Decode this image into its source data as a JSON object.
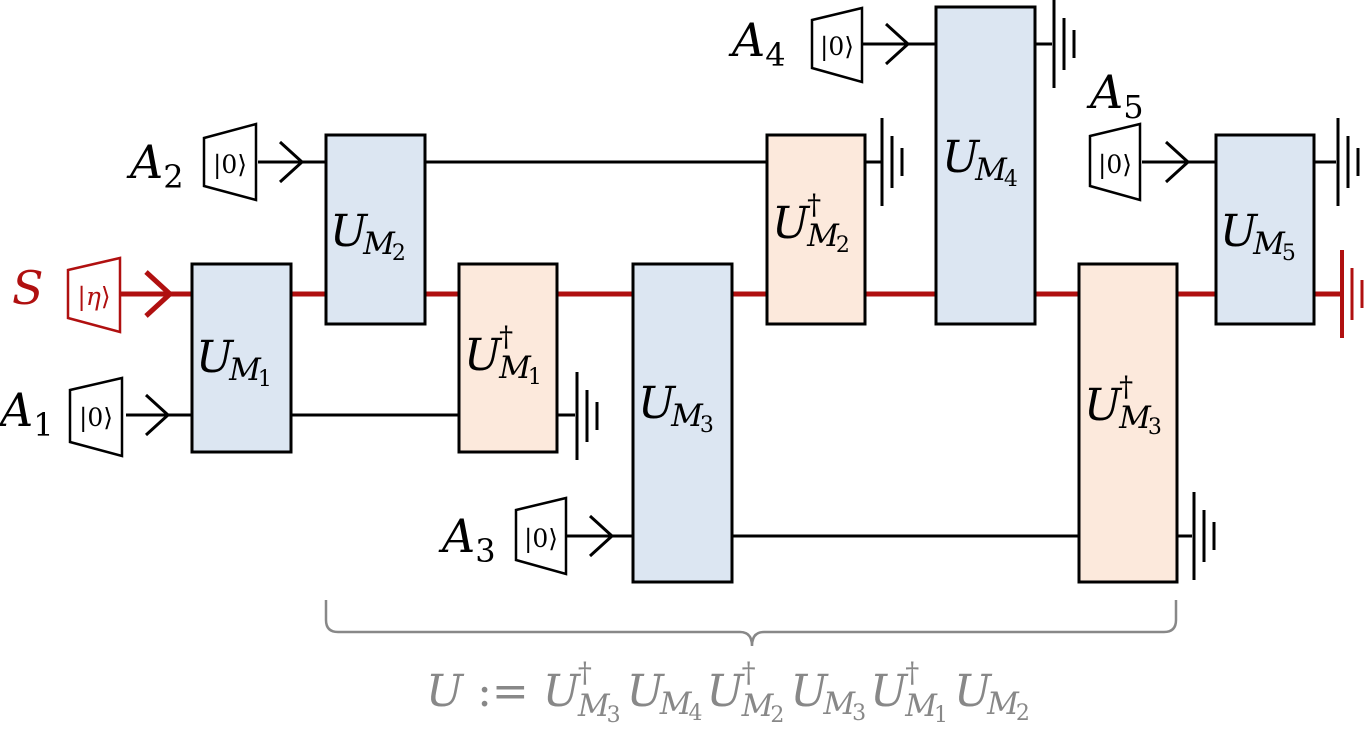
{
  "colors": {
    "system_wire": "#b01010",
    "gate_forward_fill": "#dce6f2",
    "gate_dagger_fill": "#fce9dc",
    "formula_text": "#888888"
  },
  "registers": {
    "S": {
      "letter": "S",
      "sub": "",
      "state": "η"
    },
    "A1": {
      "letter": "A",
      "sub": "1",
      "state": "0"
    },
    "A2": {
      "letter": "A",
      "sub": "2",
      "state": "0"
    },
    "A3": {
      "letter": "A",
      "sub": "3",
      "state": "0"
    },
    "A4": {
      "letter": "A",
      "sub": "4",
      "state": "0"
    },
    "A5": {
      "letter": "A",
      "sub": "5",
      "state": "0"
    }
  },
  "gates": {
    "g1": {
      "base": "U",
      "dagger": "",
      "sub": "M",
      "subsub": "1"
    },
    "g2": {
      "base": "U",
      "dagger": "",
      "sub": "M",
      "subsub": "2"
    },
    "g3": {
      "base": "U",
      "dagger": "†",
      "sub": "M",
      "subsub": "1"
    },
    "g4": {
      "base": "U",
      "dagger": "",
      "sub": "M",
      "subsub": "3"
    },
    "g5": {
      "base": "U",
      "dagger": "†",
      "sub": "M",
      "subsub": "2"
    },
    "g6": {
      "base": "U",
      "dagger": "",
      "sub": "M",
      "subsub": "4"
    },
    "g7": {
      "base": "U",
      "dagger": "†",
      "sub": "M",
      "subsub": "3"
    },
    "g8": {
      "base": "U",
      "dagger": "",
      "sub": "M",
      "subsub": "5"
    }
  },
  "formula": {
    "lhs": "U",
    "def": ":=",
    "terms": [
      {
        "base": "U",
        "dagger": "†",
        "sub": "M",
        "subsub": "3"
      },
      {
        "base": "U",
        "dagger": "",
        "sub": "M",
        "subsub": "4"
      },
      {
        "base": "U",
        "dagger": "†",
        "sub": "M",
        "subsub": "2"
      },
      {
        "base": "U",
        "dagger": "",
        "sub": "M",
        "subsub": "3"
      },
      {
        "base": "U",
        "dagger": "†",
        "sub": "M",
        "subsub": "1"
      },
      {
        "base": "U",
        "dagger": "",
        "sub": "M",
        "subsub": "2"
      }
    ]
  }
}
